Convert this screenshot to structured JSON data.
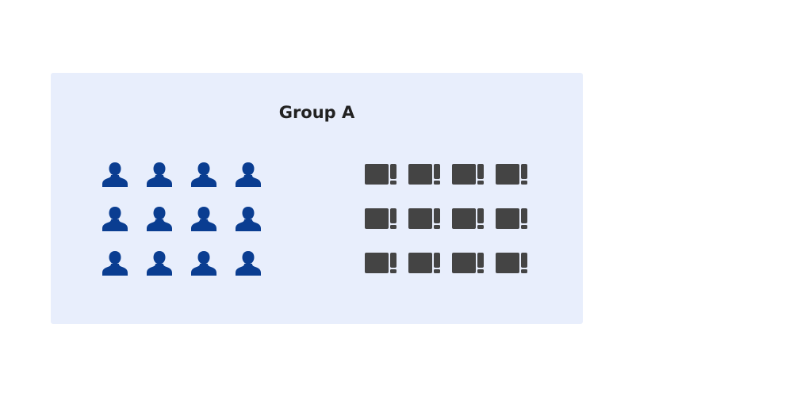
{
  "group": {
    "title": "Group A",
    "people_count": 12,
    "device_count": 12,
    "person_icon": "person-icon",
    "device_icon": "device-alert-icon"
  },
  "colors": {
    "panel_bg": "#e8eefc",
    "title_text": "#222222",
    "person": "#0a3d91",
    "device": "#444444"
  }
}
